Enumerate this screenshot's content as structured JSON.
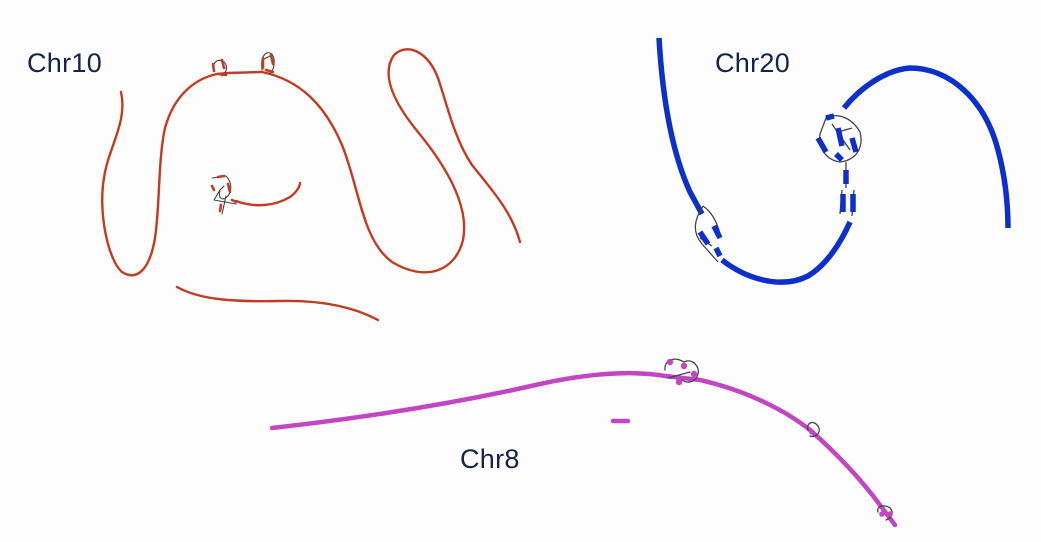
{
  "labels": {
    "chr10": "Chr10",
    "chr20": "Chr20",
    "chr8": "Chr8"
  },
  "colors": {
    "chr10": "#c23b22",
    "chr20": "#0d2fcc",
    "chr8": "#c245c4",
    "label": "#15234a",
    "loop": "#444444"
  }
}
